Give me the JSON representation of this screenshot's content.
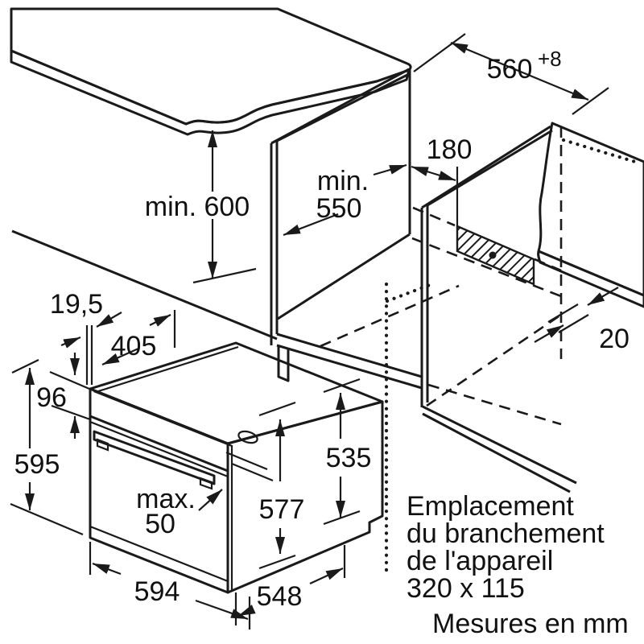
{
  "drawing": {
    "units_note": "Mesures en mm",
    "connection_note": {
      "line1": "Emplacement",
      "line2": "du branchement",
      "line3": "de l'appareil",
      "line4": "320 x 115"
    },
    "dimensions": {
      "niche_width": "560",
      "niche_width_tolerance": "+8",
      "connection_offset": "180",
      "niche_depth_prefix": "min.",
      "niche_depth": "550",
      "niche_height": "min. 600",
      "front_frame_lip": "19,5",
      "top_depth": "405",
      "control_panel_height": "96",
      "oven_height": "595",
      "handle_prefix": "max.",
      "handle_protrusion": "50",
      "front_height": "577",
      "rear_height": "535",
      "oven_width": "594",
      "oven_depth": "548",
      "rear_gap": "20"
    },
    "colors": {
      "line": "#1a1a1a",
      "worktop_top": "#e9e9e9",
      "worktop_edge": "#cdcdcd"
    }
  }
}
